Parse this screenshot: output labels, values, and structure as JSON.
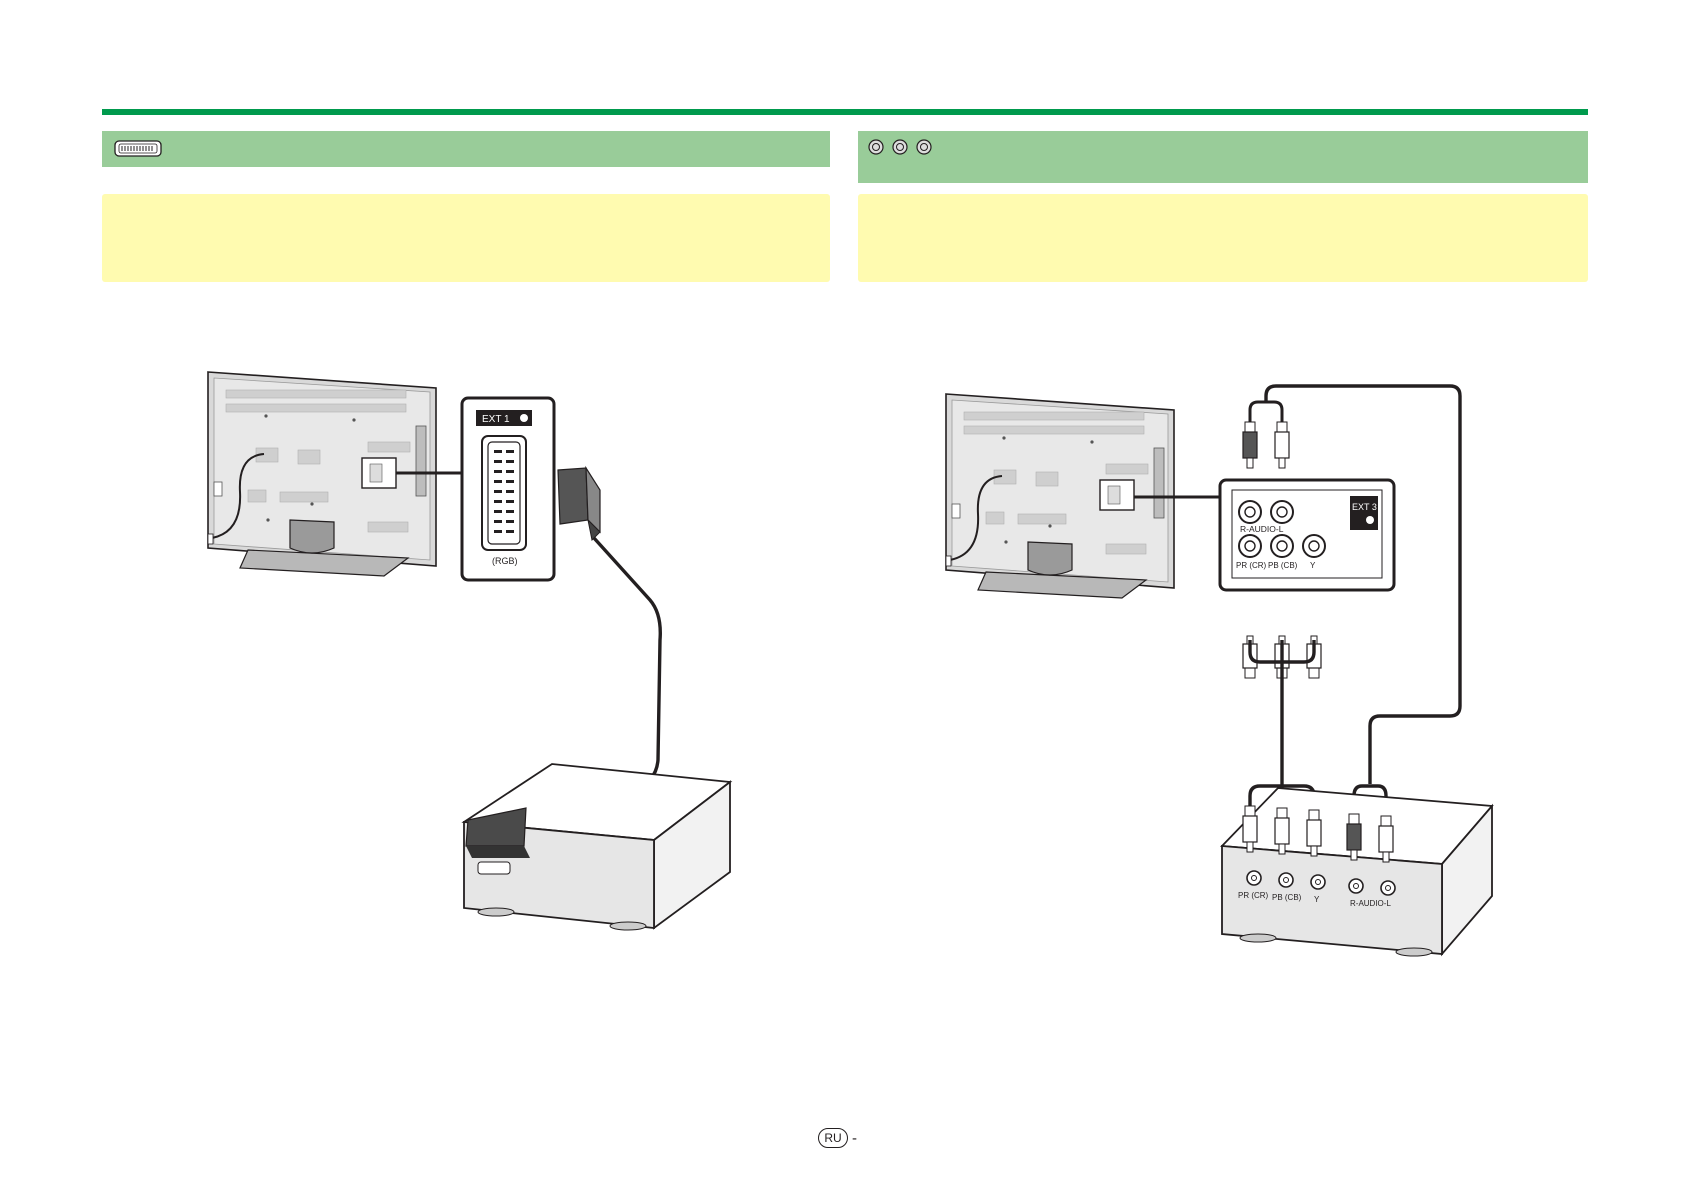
{
  "colors": {
    "rule": "#009a4d",
    "section_header": "#99cc99",
    "note_box": "#fffbb0",
    "line_art": "#231f20"
  },
  "left_section": {
    "header_icon": "scart-connector-icon",
    "panel_label": "EXT 1",
    "port_label": "(RGB)"
  },
  "right_section": {
    "header_icons": [
      "rca-jack-icon",
      "rca-jack-icon",
      "rca-jack-icon"
    ],
    "panel_label": "EXT 3",
    "tv_panel_labels": {
      "audio": "R-AUDIO-L",
      "pr": "PR (CR)",
      "pb": "PB (CB)",
      "y": "Y"
    },
    "device_labels": {
      "pr": "PR (CR)",
      "pb": "PB (CB)",
      "y": "Y",
      "audio": "R-AUDIO-L"
    }
  },
  "footer": {
    "badge": "RU",
    "suffix": "-"
  }
}
